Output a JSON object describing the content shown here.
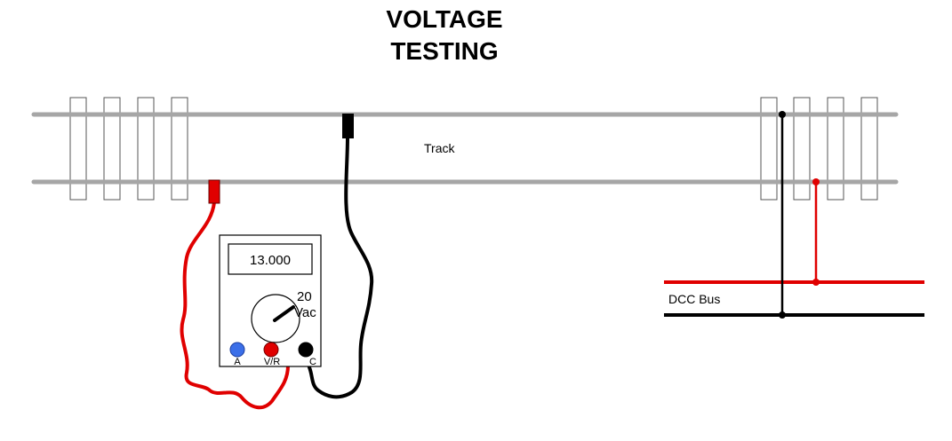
{
  "title": {
    "line1": "VOLTAGE",
    "line2": "TESTING"
  },
  "labels": {
    "track": "Track",
    "bus": "DCC Bus"
  },
  "meter": {
    "display": "13.000",
    "range_value": "20",
    "range_unit": "Vac",
    "jacks": {
      "a": "A",
      "vr": "V/R",
      "c": "C"
    }
  },
  "colors": {
    "rail": "#a6a6a6",
    "red_lead": "#e00000",
    "black_lead": "#000000",
    "jack_a": "#3b6fe8",
    "jack_vr": "#e00000",
    "jack_c": "#000000"
  }
}
